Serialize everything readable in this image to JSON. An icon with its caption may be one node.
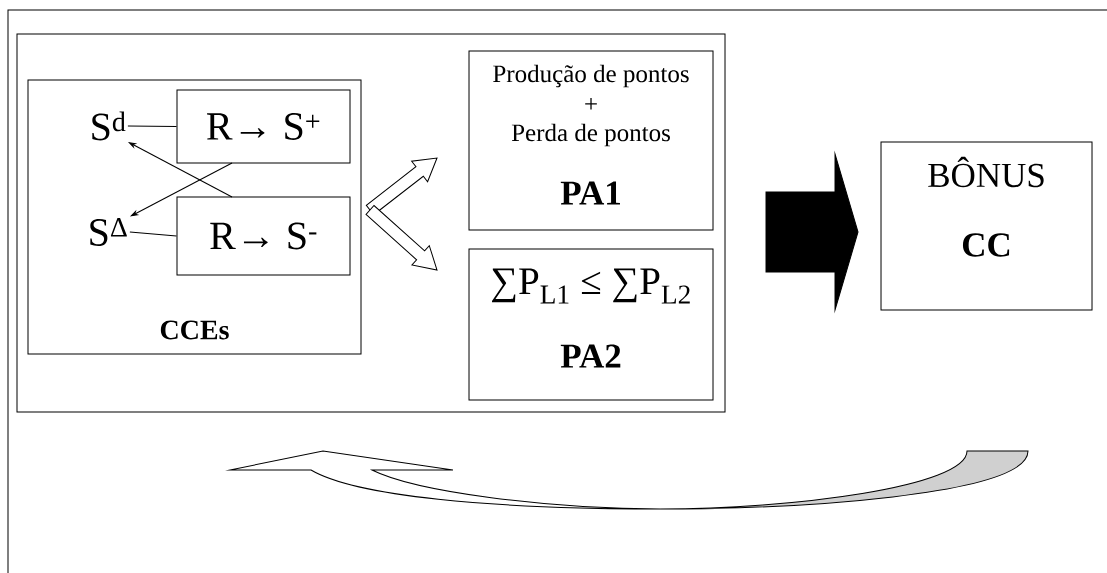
{
  "diagram": {
    "nodes": [
      {
        "text": [],
        "shape": "box"
      },
      {
        "text": [
          "CCEs"
        ],
        "in": 0
      },
      {
        "text": [
          "S$^{d}$"
        ],
        "in": 1
      },
      {
        "text": [
          "R→ S$^{+}$"
        ],
        "in": 1
      },
      {
        "text": [
          "S$^{Δ}$"
        ],
        "in": 1
      },
      {
        "text": [
          "R→ S$^{-}$"
        ],
        "in": 1
      },
      {
        "text": [
          "Produção de pontos",
          "+",
          "Perda de pontos",
          "PA1"
        ],
        "in": 0
      },
      {
        "text": [
          "∑P$_{L1}$ ≤ ∑P$_{L2}$",
          "PA2"
        ],
        "in": 0
      },
      {
        "text": [
          "BÔNUS",
          "CC"
        ]
      }
    ],
    "edges": [
      {
        "from": 2,
        "to": 3,
        "arrow": "none"
      },
      {
        "from": 4,
        "to": 5,
        "arrow": "none"
      },
      {
        "from": 5,
        "to": 2,
        "arrow": "to"
      },
      {
        "from": 3,
        "to": 4,
        "arrow": "to"
      },
      {
        "from": 1,
        "to": 6,
        "arrow": "to"
      },
      {
        "from": 1,
        "to": 7,
        "arrow": "to"
      },
      {
        "from": 0,
        "to": 8,
        "arrow": "to",
        "style": "thick"
      },
      {
        "from": 8,
        "to": 0,
        "arrow": "to"
      }
    ]
  }
}
